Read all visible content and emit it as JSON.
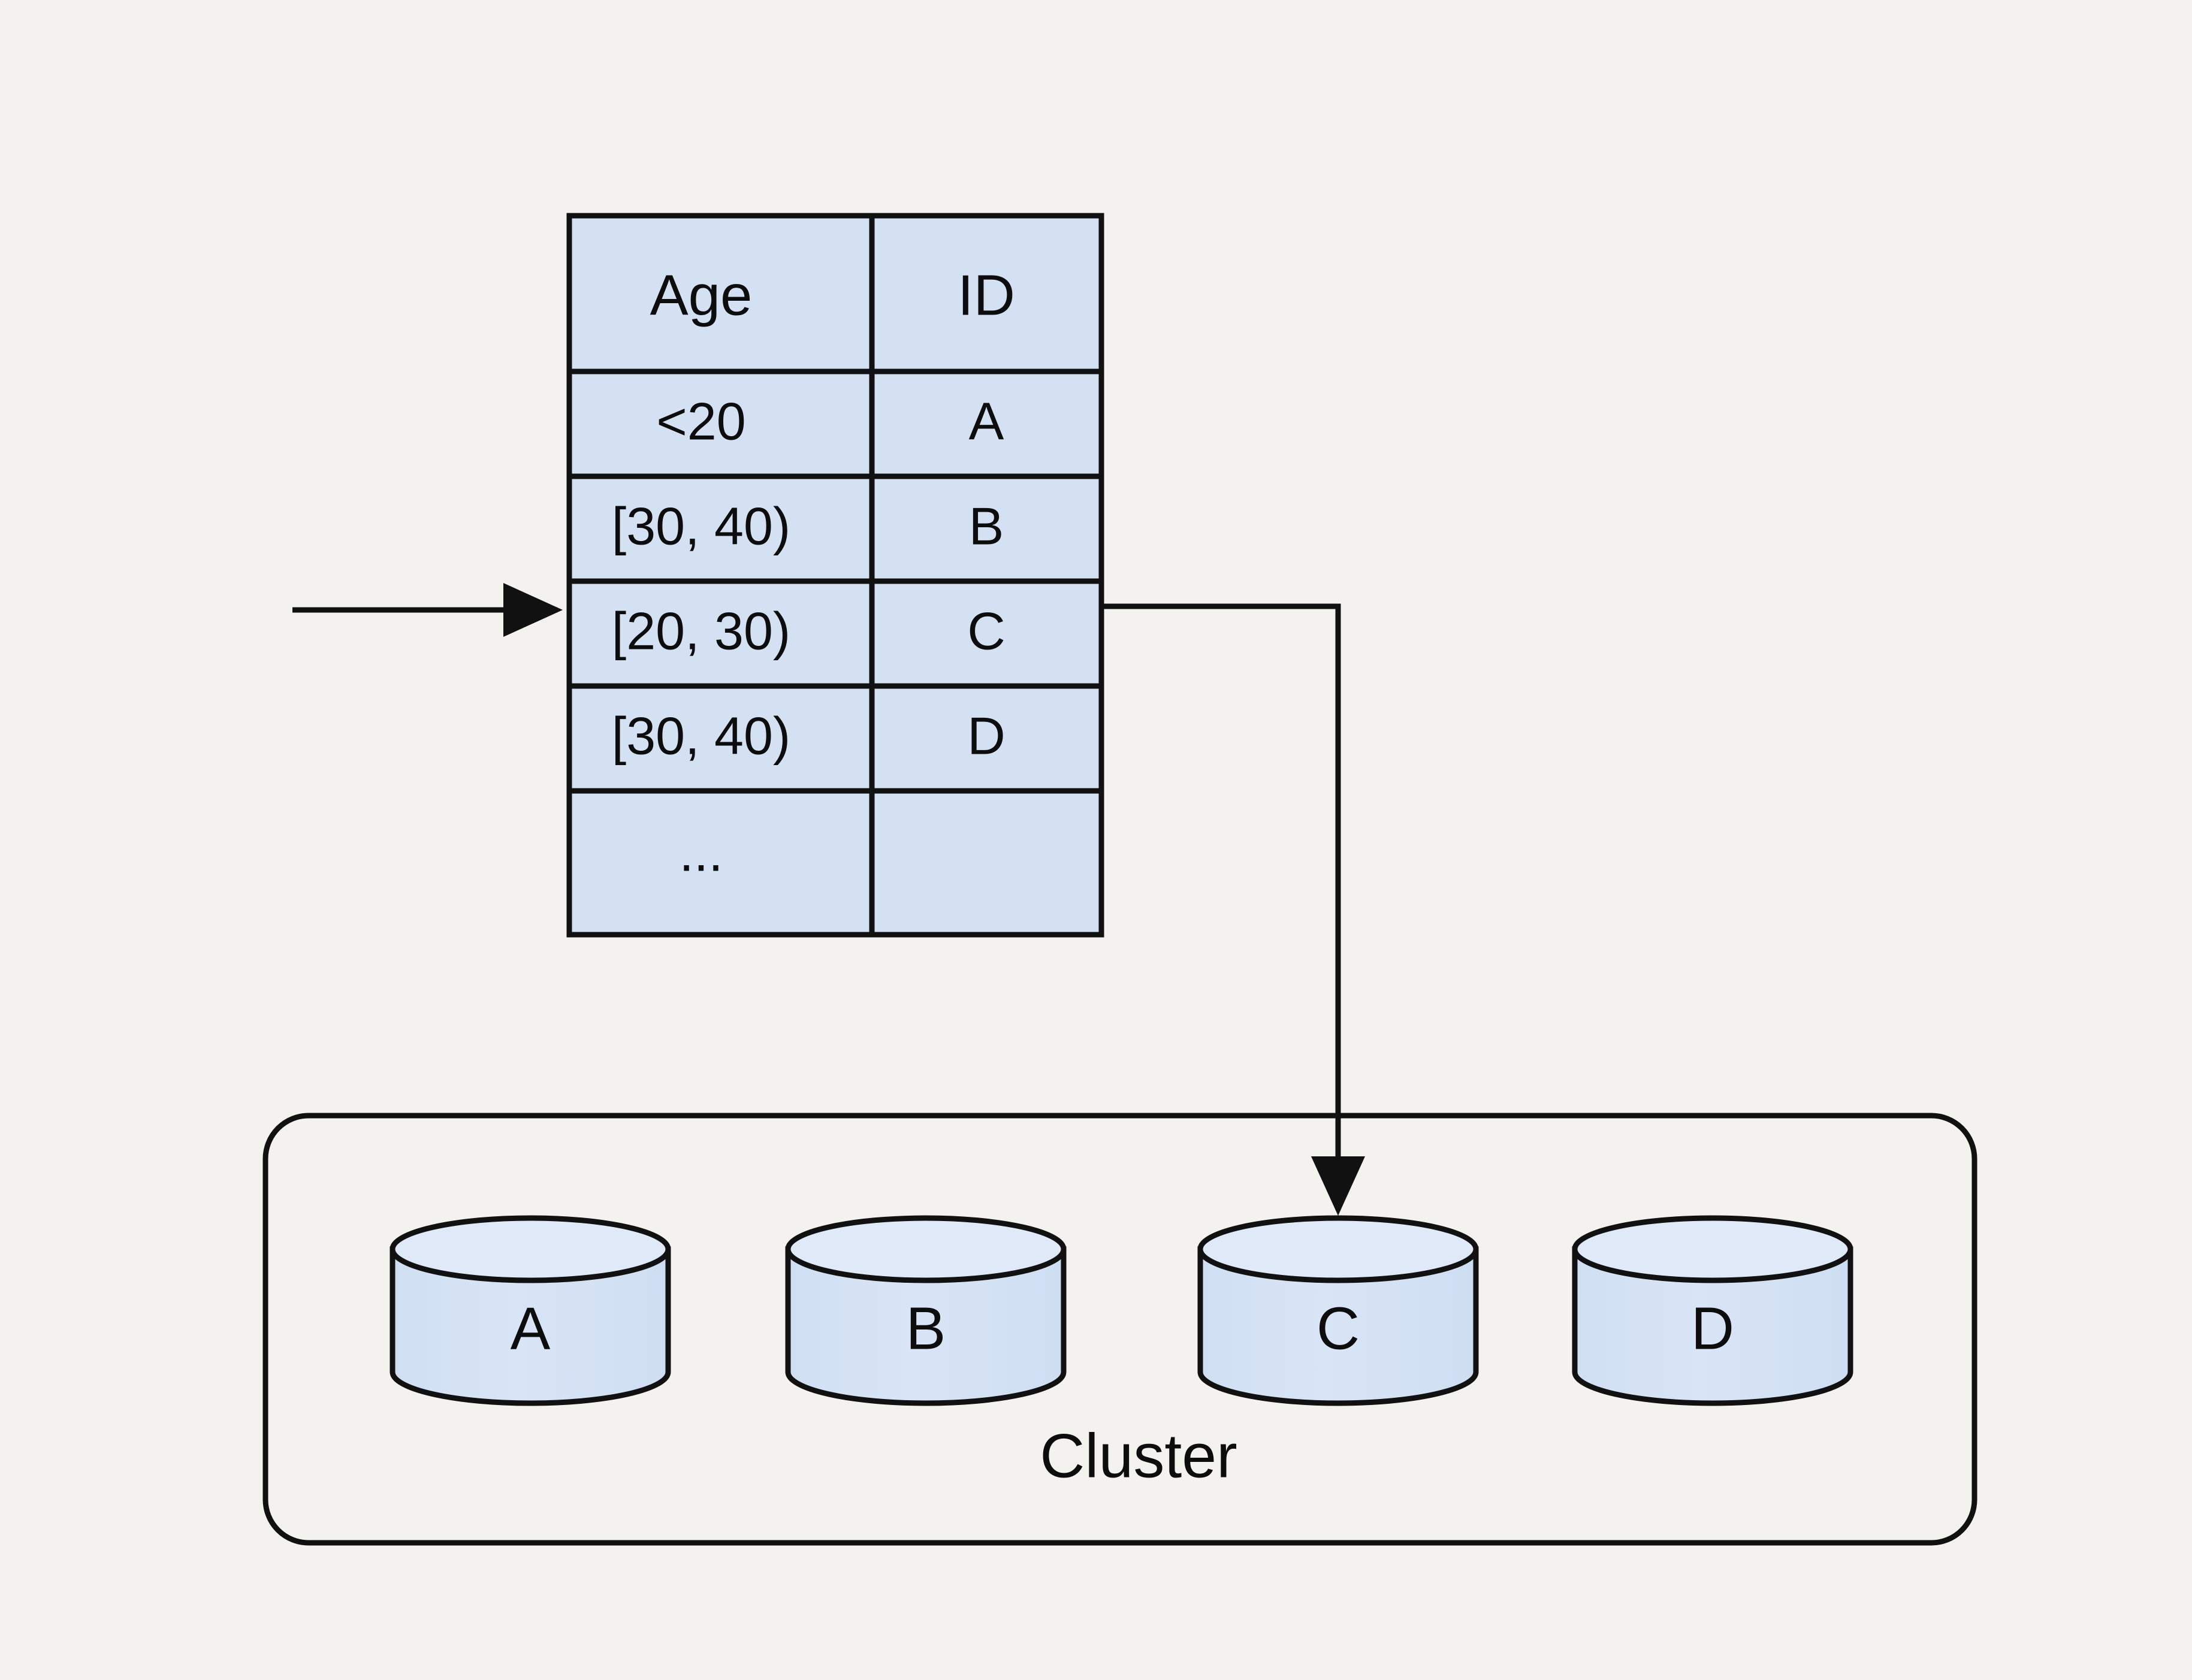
{
  "canvas": {
    "background_color": "#f4f2ee",
    "stroke_color": "#111111",
    "cell_fill": "#d4e1f3",
    "cylinder_fill": "#d4e1f3",
    "cylinder_top_fill": "#dce7f6"
  },
  "routing_table": {
    "columns": [
      "Age",
      "ID"
    ],
    "rows": [
      {
        "age": "<20",
        "id": "A"
      },
      {
        "age": "[30, 40)",
        "id": "B"
      },
      {
        "age": "[20, 30)",
        "id": "C"
      },
      {
        "age": "[30, 40)",
        "id": "D"
      },
      {
        "age": "...",
        "id": ""
      }
    ]
  },
  "cluster": {
    "label": "Cluster",
    "nodes": [
      {
        "label": "A"
      },
      {
        "label": "B"
      },
      {
        "label": "C"
      },
      {
        "label": "D"
      }
    ]
  },
  "connectors": {
    "incoming_query": {
      "from_row": "[20, 30)",
      "direction": "right"
    },
    "lookup_to_node": {
      "from_row": "[20, 30)",
      "to_node": "C"
    }
  }
}
